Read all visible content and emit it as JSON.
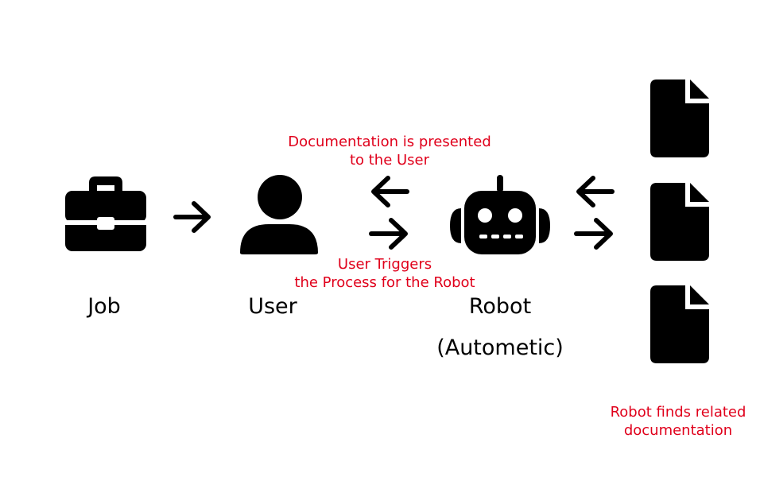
{
  "colors": {
    "ink": "#000000",
    "annotation": "#e0001b",
    "background": "#ffffff"
  },
  "nodes": {
    "job": {
      "label": "Job",
      "icon": "briefcase-icon"
    },
    "user": {
      "label": "User",
      "icon": "person-icon"
    },
    "robot": {
      "label": "Robot",
      "sublabel": "(Autometic)",
      "icon": "robot-icon"
    },
    "documents": {
      "icon": "document-icon",
      "count": 3
    }
  },
  "annotations": {
    "presented": {
      "line1": "Documentation is presented",
      "line2": "to the User"
    },
    "triggers": {
      "line1": "User Triggers",
      "line2": "the Process for the Robot"
    },
    "finds": {
      "line1": "Robot finds related",
      "line2": "documentation"
    }
  }
}
